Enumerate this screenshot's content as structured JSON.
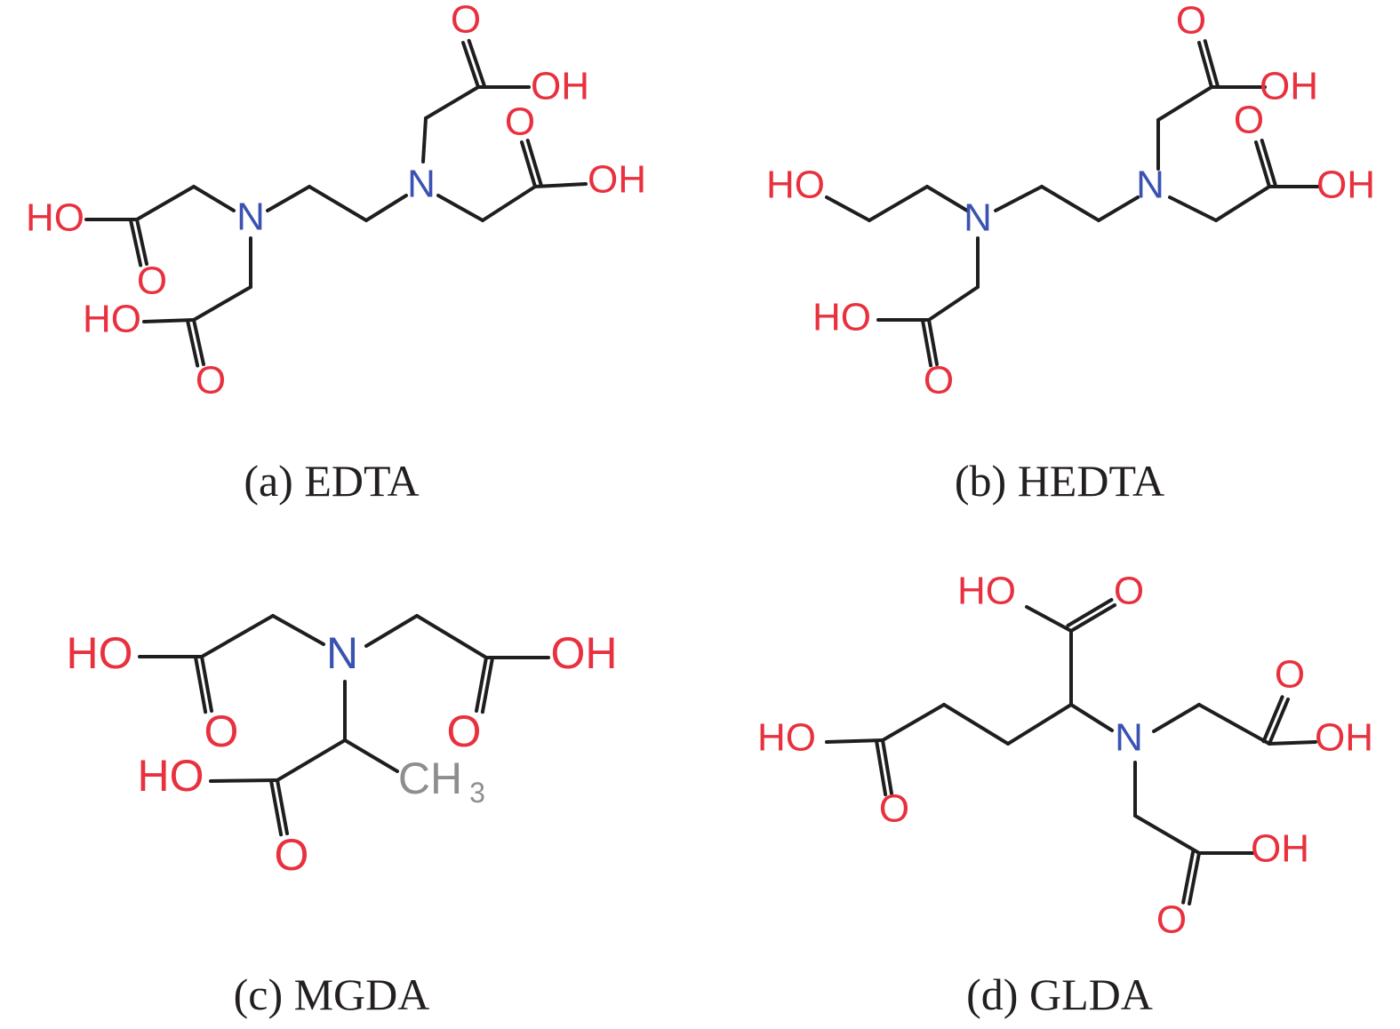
{
  "figure": {
    "panels": [
      {
        "caption": "(a) EDTA",
        "atoms": [
          "HO",
          "O",
          "N",
          "N",
          "O",
          "OH",
          "O",
          "OH",
          "HO",
          "O"
        ]
      },
      {
        "caption": "(b) HEDTA",
        "atoms": [
          "HO",
          "N",
          "N",
          "O",
          "OH",
          "O",
          "OH",
          "HO",
          "O"
        ]
      },
      {
        "caption": "(c) MGDA",
        "atoms": [
          "HO",
          "O",
          "N",
          "OH",
          "O",
          "HO",
          "O",
          "CH",
          "3"
        ]
      },
      {
        "caption": "(d) GLDA",
        "atoms": [
          "HO",
          "O",
          "N",
          "HO",
          "O",
          "O",
          "OH",
          "OH",
          "O"
        ]
      }
    ],
    "colors": {
      "oxygen": "#e8303e",
      "nitrogen": "#3a52b0",
      "carbon": "#1e1e1e",
      "methyl": "#8e8e90"
    }
  }
}
